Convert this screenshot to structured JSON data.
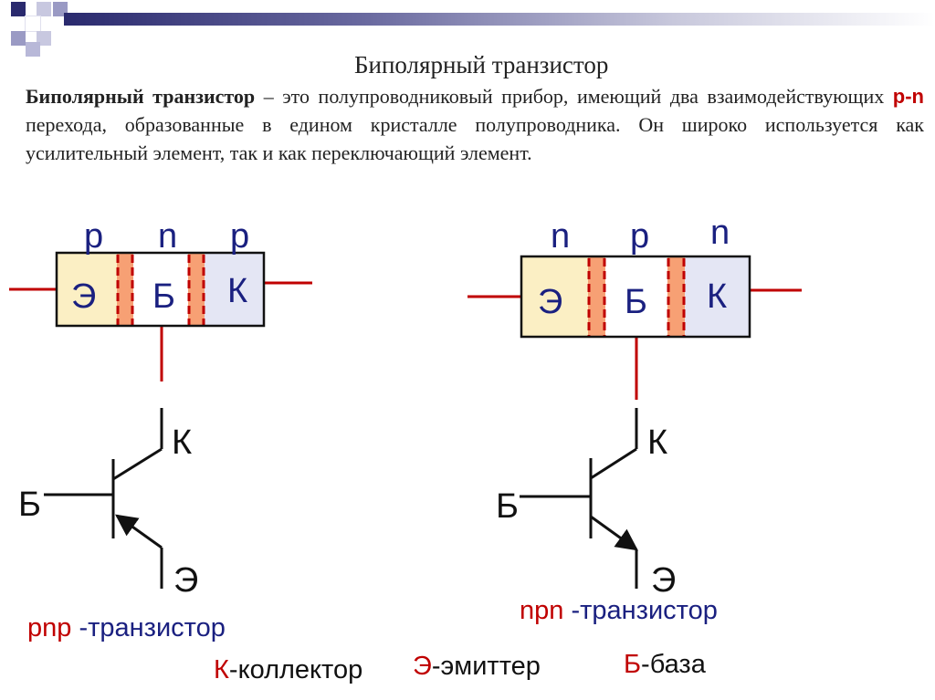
{
  "slide": {
    "title": "Биполярный транзистор",
    "paragraph": {
      "term": "Биполярный транзистор",
      "text_1": " – это полупроводниковый прибор, имеющий два взаимодействующих ",
      "highlight": "p-n",
      "text_2": " перехода, образованные в едином кристалле полупроводника. Он широко используется как усилительный элемент, так  и как переключающий элемент."
    }
  },
  "pnp_structure": {
    "regions": [
      "p",
      "n",
      "p"
    ],
    "electrodes": [
      "Э",
      "Б",
      "К"
    ]
  },
  "npn_structure": {
    "regions": [
      "n",
      "p",
      "n"
    ],
    "electrodes": [
      "Э",
      "Б",
      "К"
    ]
  },
  "pnp_symbol": {
    "base": "Б",
    "collector": "К",
    "emitter": "Э"
  },
  "npn_symbol": {
    "base": "Б",
    "collector": "К",
    "emitter": "Э"
  },
  "captions": {
    "pnp_type": "pnp",
    "pnp_rest": " -транзистор",
    "npn_type": "npn",
    "npn_rest": " -транзистор"
  },
  "legend": {
    "k_letter": "К",
    "k_text": "-коллектор",
    "e_letter": "Э",
    "e_text": "-эмиттер",
    "b_letter": "Б",
    "b_text": "-база"
  },
  "colors": {
    "emitter_fill": "#fbefc4",
    "collector_fill": "#e4e6f4",
    "junction_fill": "#f7a074",
    "junction_dash": "#c00000",
    "lead": "#c00000",
    "label": "#1a2080"
  }
}
